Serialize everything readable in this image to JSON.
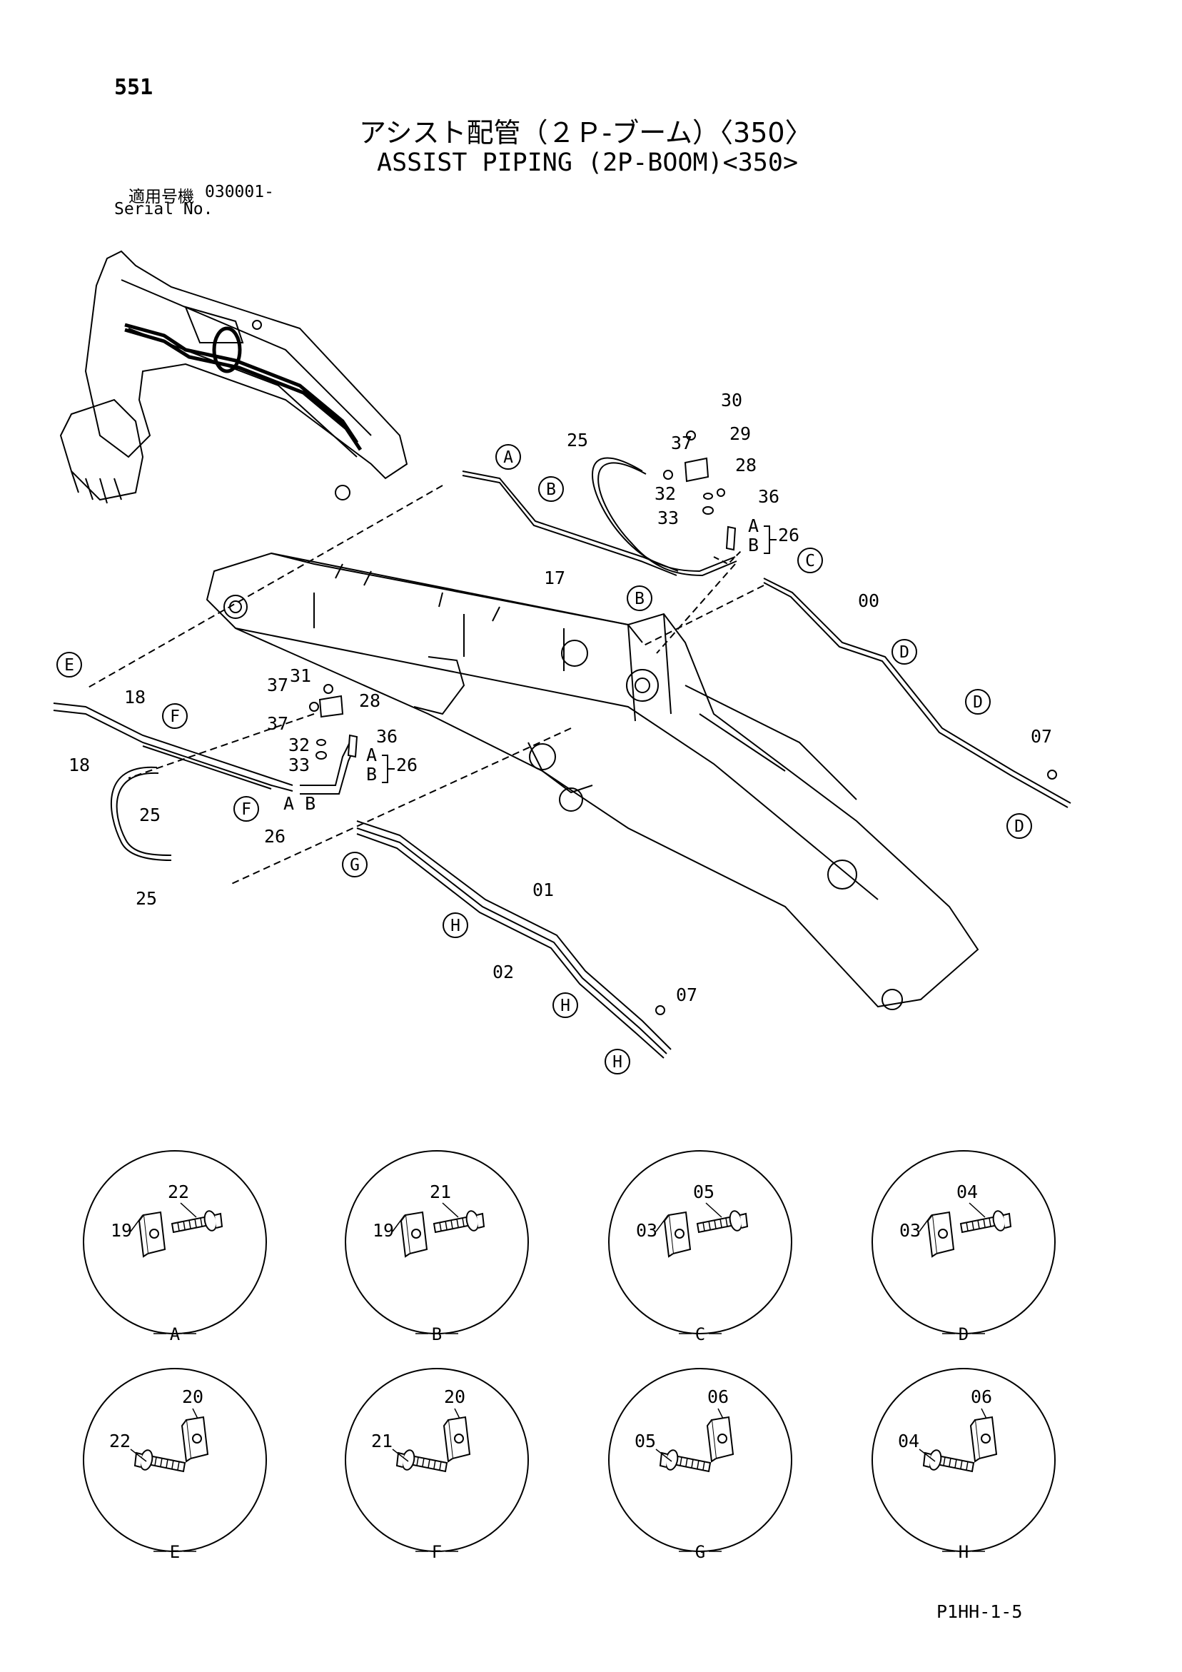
{
  "header": {
    "page_number": "551",
    "title_jp": "アシスト配管（２Ｐ-ブーム）〈350〉",
    "title_en": "ASSIST PIPING (2P-BOOM)<350>",
    "serial_label_jp": "適用号機",
    "serial_value": "030001-",
    "serial_label_en": "Serial No."
  },
  "main_callouts": {
    "A": "A",
    "B": "B",
    "C": "C",
    "D": "D",
    "E": "E",
    "F": "F",
    "G": "G",
    "H": "H"
  },
  "part_labels": {
    "p00": "00",
    "p01": "01",
    "p02": "02",
    "p07": "07",
    "p17": "17",
    "p18": "18",
    "p25": "25",
    "p26": "26",
    "p28": "28",
    "p29": "29",
    "p30": "30",
    "p31": "31",
    "p32": "32",
    "p33": "33",
    "p36": "36",
    "p37": "37",
    "port_a": "A",
    "port_b": "B",
    "port_ab": "A B"
  },
  "details": [
    {
      "letter": "A",
      "clamp": "19",
      "bolt": "22"
    },
    {
      "letter": "B",
      "clamp": "19",
      "bolt": "21"
    },
    {
      "letter": "C",
      "clamp": "03",
      "bolt": "05"
    },
    {
      "letter": "D",
      "clamp": "03",
      "bolt": "04"
    },
    {
      "letter": "E",
      "clamp": "20",
      "bolt": "22"
    },
    {
      "letter": "F",
      "clamp": "20",
      "bolt": "21"
    },
    {
      "letter": "G",
      "clamp": "06",
      "bolt": "05"
    },
    {
      "letter": "H",
      "clamp": "06",
      "bolt": "04"
    }
  ],
  "footer": {
    "drawing_code": "P1HH-1-5"
  }
}
